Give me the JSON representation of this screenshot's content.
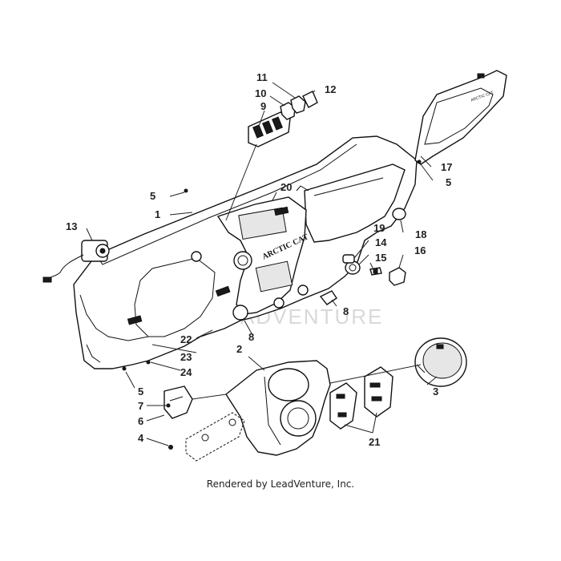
{
  "watermark": "ADVENTURE",
  "credit": "Rendered by LeadVenture, Inc.",
  "callouts": [
    {
      "id": "c1",
      "text": "1"
    },
    {
      "id": "c2",
      "text": "2"
    },
    {
      "id": "c3",
      "text": "3"
    },
    {
      "id": "c4",
      "text": "4"
    },
    {
      "id": "c5a",
      "text": "5"
    },
    {
      "id": "c5b",
      "text": "5"
    },
    {
      "id": "c5c",
      "text": "5"
    },
    {
      "id": "c6",
      "text": "6"
    },
    {
      "id": "c7",
      "text": "7"
    },
    {
      "id": "c8a",
      "text": "8"
    },
    {
      "id": "c8b",
      "text": "8"
    },
    {
      "id": "c9",
      "text": "9"
    },
    {
      "id": "c10",
      "text": "10"
    },
    {
      "id": "c11",
      "text": "11"
    },
    {
      "id": "c12",
      "text": "12"
    },
    {
      "id": "c13",
      "text": "13"
    },
    {
      "id": "c14",
      "text": "14"
    },
    {
      "id": "c15",
      "text": "15"
    },
    {
      "id": "c16",
      "text": "16"
    },
    {
      "id": "c17",
      "text": "17"
    },
    {
      "id": "c18",
      "text": "18"
    },
    {
      "id": "c19",
      "text": "19"
    },
    {
      "id": "c20",
      "text": "20"
    },
    {
      "id": "c21",
      "text": "21"
    },
    {
      "id": "c22",
      "text": "22"
    },
    {
      "id": "c23",
      "text": "23"
    },
    {
      "id": "c24",
      "text": "24"
    }
  ]
}
